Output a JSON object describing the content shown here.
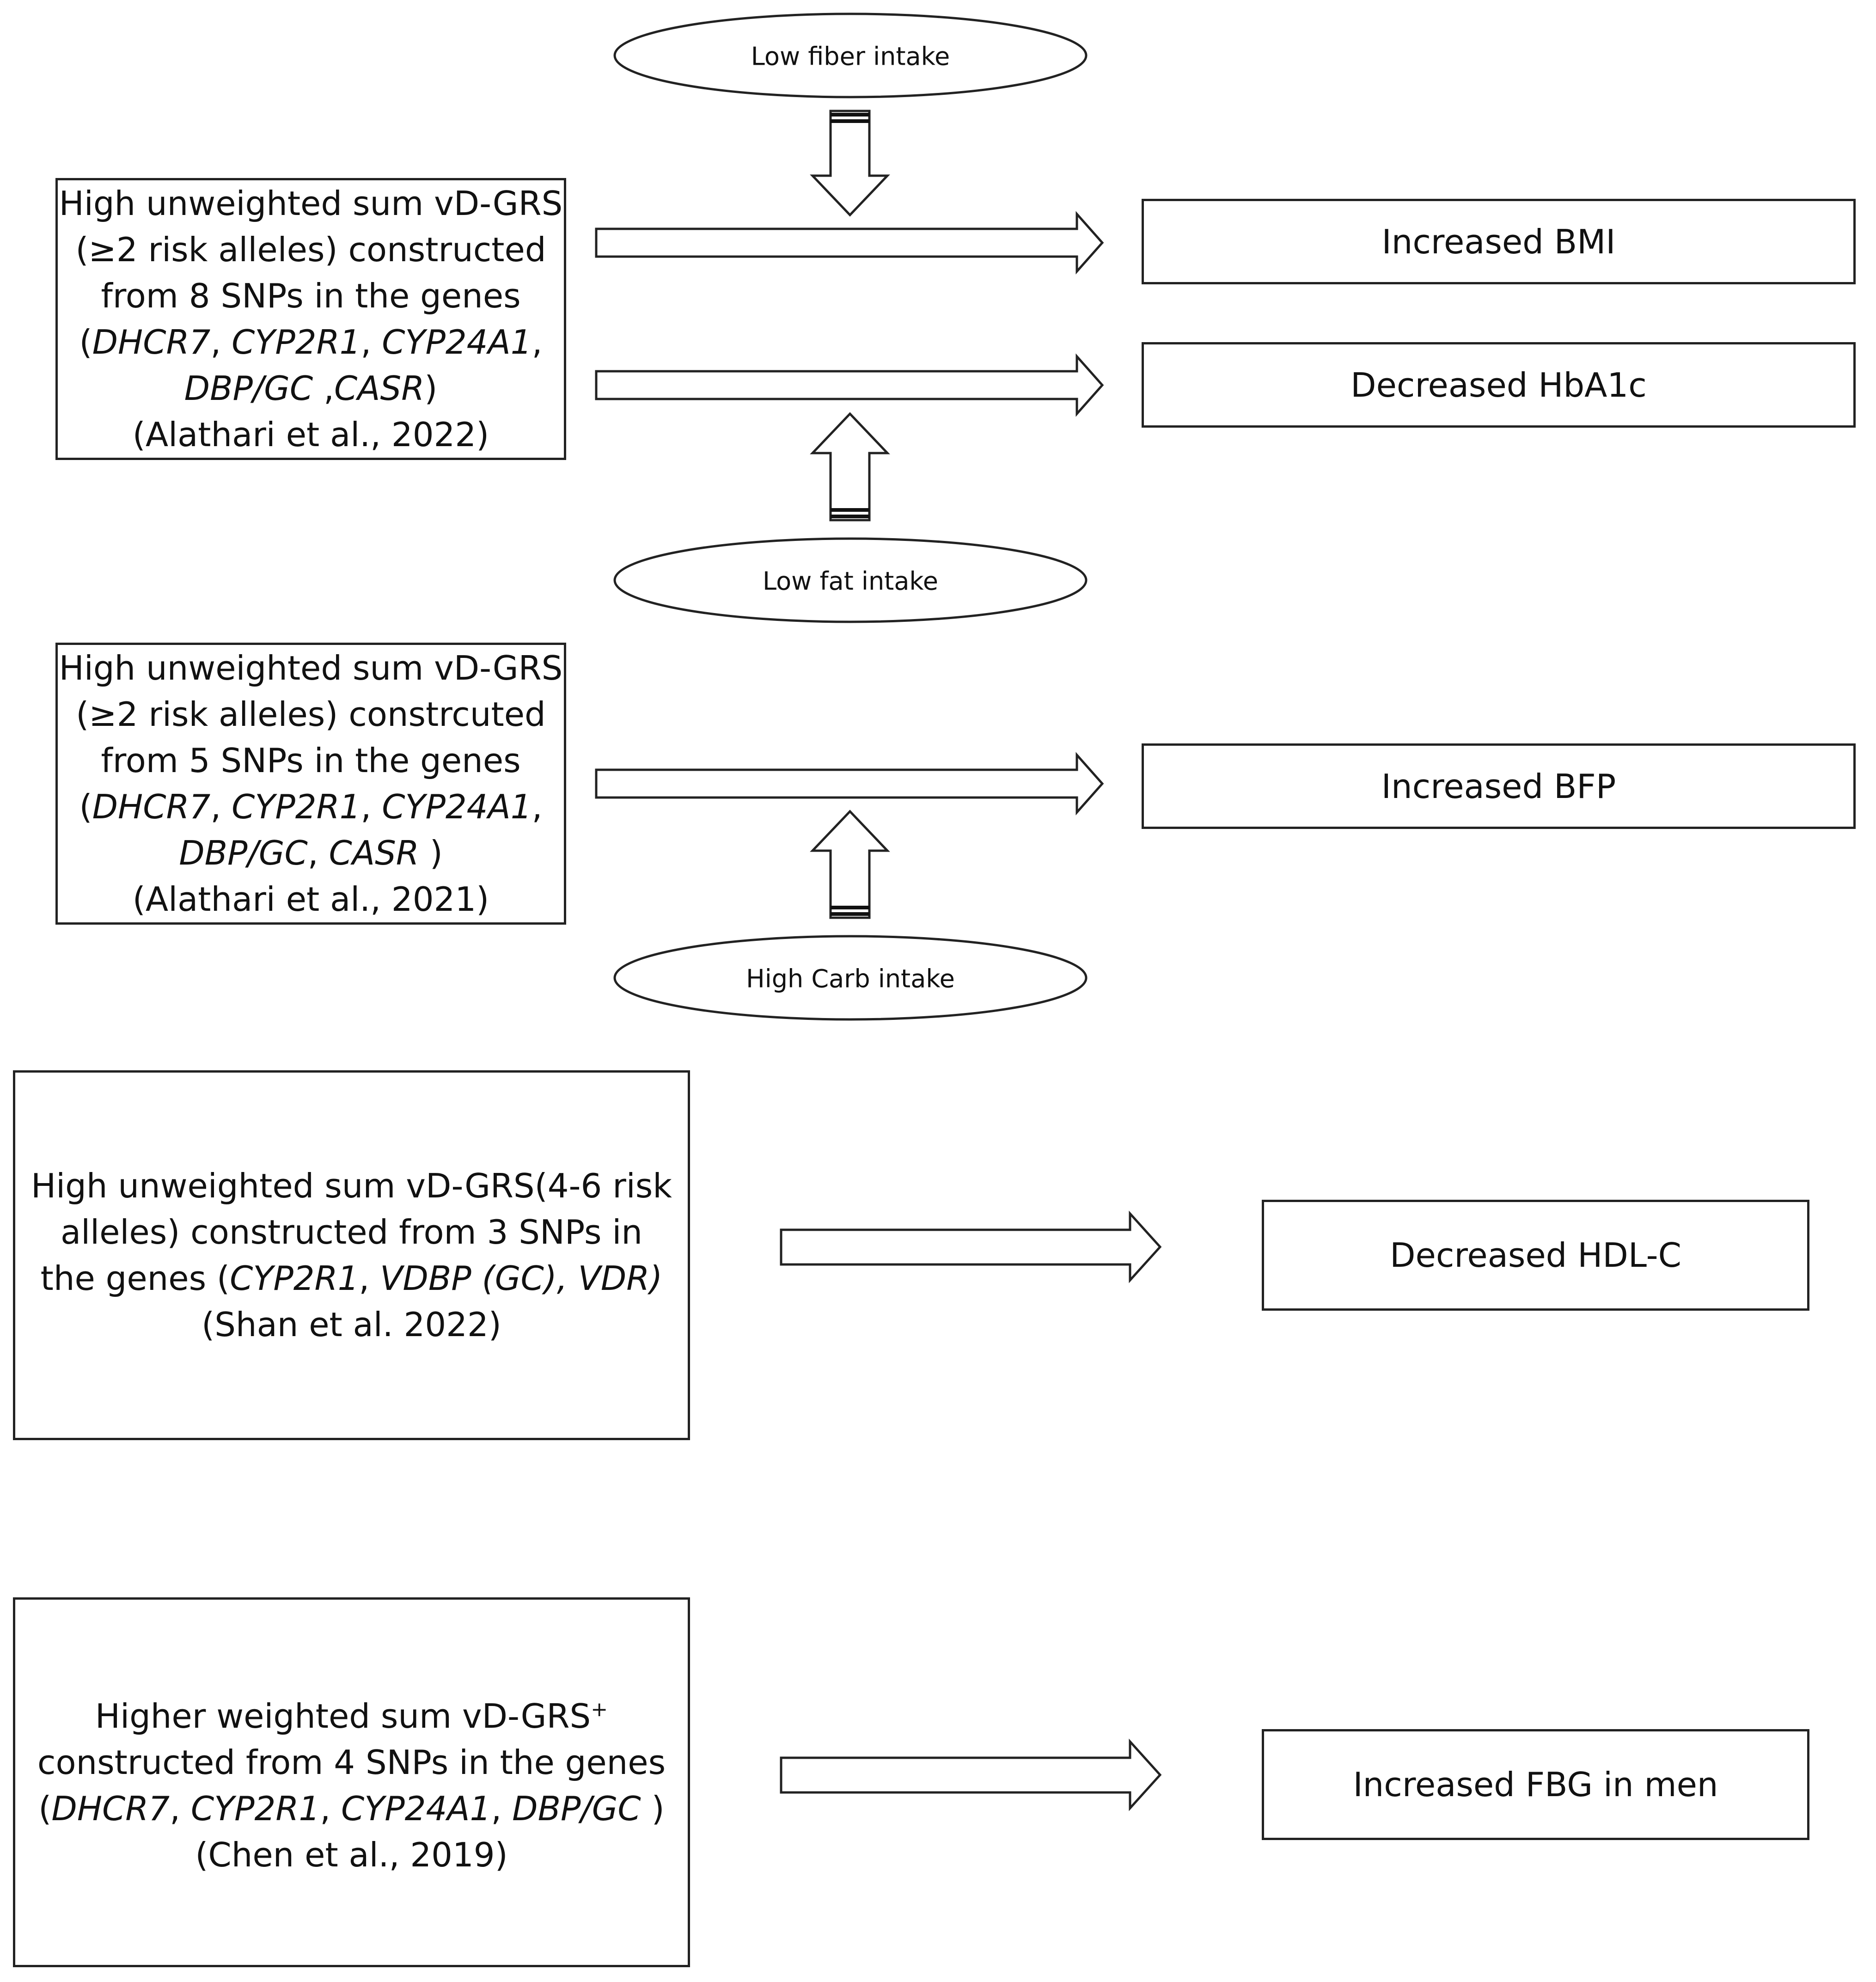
{
  "studies": [
    {
      "line1": "High unweighted sum vD-GRS",
      "line2": "(≥2 risk alleles) constructed",
      "line3": "from 8 SNPs in the genes",
      "genes_a": "DHCR7",
      "genes_b": "CYP2R1",
      "genes_c": "CYP24A1",
      "genes_d": "DBP/GC",
      "genes_e": "CASR",
      "citation": "(Alathari et al., 2022)"
    },
    {
      "line1": "High unweighted sum vD-GRS",
      "line2": "(≥2 risk alleles) constrcuted",
      "line3": "from 5 SNPs in the genes",
      "genes_a": "DHCR7",
      "genes_b": "CYP2R1",
      "genes_c": "CYP24A1",
      "genes_d": "DBP/GC",
      "genes_e": "CASR",
      "citation": "(Alathari et al., 2021)"
    },
    {
      "line1": "High unweighted sum  vD-GRS(4-6 risk",
      "line2": "alleles)  constructed from 3 SNPs in",
      "line3_prefix": "the genes (",
      "genes": "CYP2R1",
      "genes_rest": "VDBP (GC), VDR)",
      "citation": "(Shan et al. 2022)"
    },
    {
      "line1": "Higher weighted sum vD-GRS",
      "sup": "+",
      "line2": "constructed from 4 SNPs in the genes",
      "genes_a": "DHCR7",
      "genes_b": "CYP2R1",
      "genes_c": "CYP24A1",
      "genes_d": "DBP/GC",
      "citation": "(Chen et al., 2019)"
    }
  ],
  "outcomes": {
    "bmi": "Increased BMI",
    "hba1c": "Decreased HbA1c",
    "bfp": "Increased BFP",
    "hdl": "Decreased HDL-C",
    "fbg": "Increased FBG in men"
  },
  "modifiers": {
    "fiber": "Low fiber intake",
    "fat": "Low fat intake",
    "carb": "High Carb intake"
  }
}
